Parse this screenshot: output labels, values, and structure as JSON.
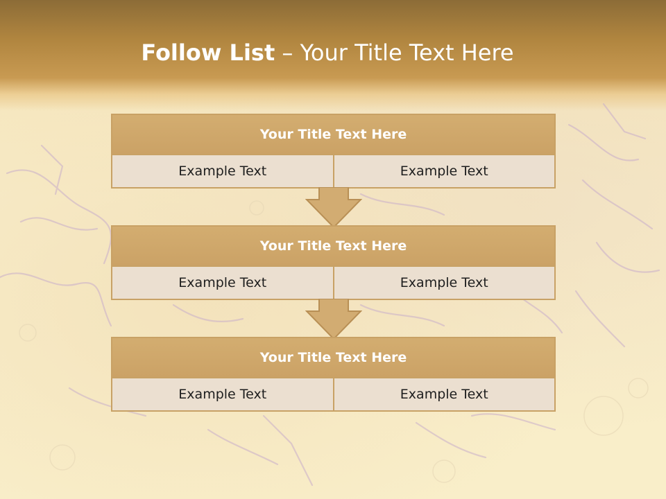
{
  "slide": {
    "title_bold": "Follow List",
    "title_rest": " – Your Title Text Here"
  },
  "blocks": [
    {
      "title": "Your Title Text Here",
      "left": "Example Text",
      "right": "Example Text"
    },
    {
      "title": "Your Title Text Here",
      "left": "Example Text",
      "right": "Example Text"
    },
    {
      "title": "Your Title Text Here",
      "left": "Example Text",
      "right": "Example Text"
    }
  ],
  "colors": {
    "header_brown": "#b0853f",
    "block_gold": "#cfa86c",
    "cell_fill": "#ebdfd0",
    "border_gold": "#c8a165",
    "arrow_fill": "#d2ac72"
  }
}
